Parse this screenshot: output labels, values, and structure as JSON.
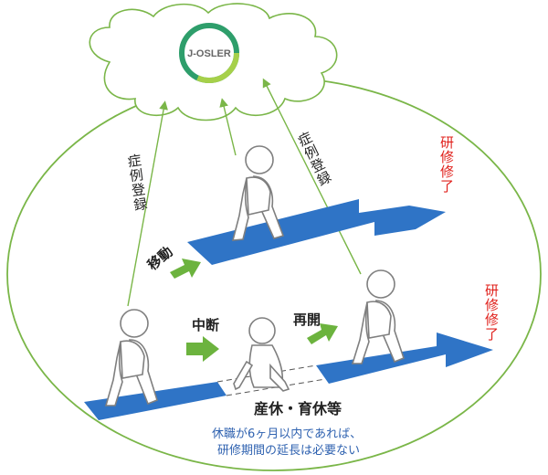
{
  "logo": {
    "text": "J-OSLER",
    "ring_colors": [
      "#2e9e6b",
      "#a6d04a"
    ]
  },
  "labels": {
    "case_registration_left": "症例登録",
    "case_registration_mid": "症例登録",
    "transfer": "移動",
    "suspension": "中断",
    "resume": "再開",
    "training_complete_top": "研修修了",
    "training_complete_bottom": "研修修了",
    "leave": "産休・育休等",
    "note_line1": "休職が6ヶ月以内であれば、",
    "note_line2": "研修期間の延長は必要ない"
  },
  "colors": {
    "outline": "#7ab648",
    "path_blue": "#2f74c6",
    "arrow_green": "#6cb33e",
    "complete_red": "#e0201b",
    "note_blue": "#2f62b0",
    "figure_gray": "#7f7f7f"
  },
  "icons": [
    "cloud-icon",
    "walking-person-icon",
    "sitting-person-icon",
    "green-arrow-icon"
  ]
}
